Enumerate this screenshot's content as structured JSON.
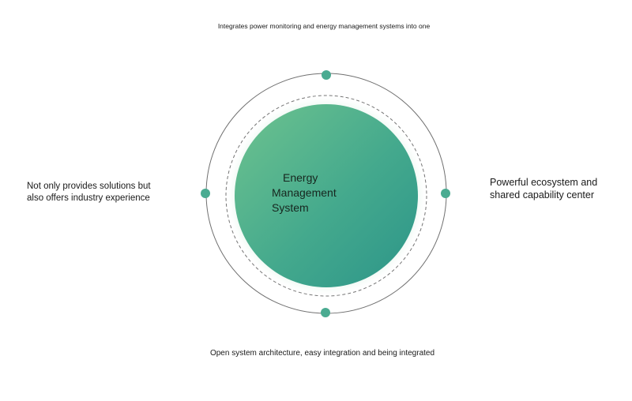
{
  "diagram": {
    "center_title_lines": [
      "Energy",
      "Management",
      "System"
    ],
    "points": {
      "top": "Integrates power monitoring and energy management systems into one",
      "right_line1": "Powerful ecosystem and",
      "right_line2": "shared capability center",
      "bottom": "Open system architecture, easy integration and being integrated",
      "left_line1": "Not only provides solutions but",
      "left_line2": "also offers industry experience"
    }
  },
  "colors": {
    "circle_gradient_start": "#66bb8d",
    "circle_gradient_end": "#2f9a8c",
    "node": "#4aab91",
    "ring": "#6b6b6b"
  }
}
